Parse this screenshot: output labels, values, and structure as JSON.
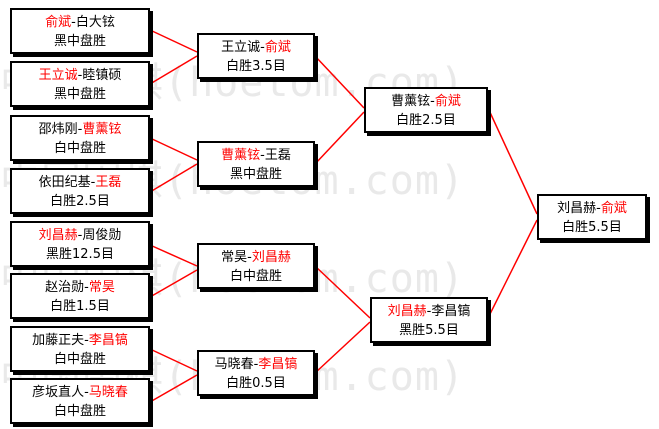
{
  "watermark": "中国围棋(hoetom.com)",
  "round1": [
    {
      "p1": "俞斌",
      "p2": "白大铉",
      "winner": "p1",
      "result": "黑中盘胜"
    },
    {
      "p1": "王立诚",
      "p2": "睦镇硕",
      "winner": "p1",
      "result": "黑中盘胜"
    },
    {
      "p1": "邵炜刚",
      "p2": "曹薰铉",
      "winner": "p2",
      "result": "白中盘胜"
    },
    {
      "p1": "依田纪基",
      "p2": "王磊",
      "winner": "p2",
      "result": "白胜2.5目"
    },
    {
      "p1": "刘昌赫",
      "p2": "周俊勋",
      "winner": "p1",
      "result": "黑胜12.5目"
    },
    {
      "p1": "赵治勋",
      "p2": "常昊",
      "winner": "p2",
      "result": "白胜1.5目"
    },
    {
      "p1": "加藤正夫",
      "p2": "李昌镐",
      "winner": "p2",
      "result": "白中盘胜"
    },
    {
      "p1": "彦坂直人",
      "p2": "马晓春",
      "winner": "p2",
      "result": "白中盘胜"
    }
  ],
  "round2": [
    {
      "p1": "王立诚",
      "p2": "俞斌",
      "winner": "p2",
      "result": "白胜3.5目"
    },
    {
      "p1": "曹薰铉",
      "p2": "王磊",
      "winner": "p1",
      "result": "黑中盘胜"
    },
    {
      "p1": "常昊",
      "p2": "刘昌赫",
      "winner": "p2",
      "result": "白中盘胜"
    },
    {
      "p1": "马晓春",
      "p2": "李昌镐",
      "winner": "p2",
      "result": "白胜0.5目"
    }
  ],
  "round3": [
    {
      "p1": "曹薰铉",
      "p2": "俞斌",
      "winner": "p2",
      "result": "白胜2.5目"
    },
    {
      "p1": "刘昌赫",
      "p2": "李昌镐",
      "winner": "p1",
      "result": "黑胜5.5目"
    }
  ],
  "final": [
    {
      "p1": "刘昌赫",
      "p2": "俞斌",
      "winner": "p2",
      "result": "白胜5.5目"
    }
  ],
  "colors": {
    "winner": "#ff0000",
    "text": "#000000",
    "line": "#ff0000",
    "border": "#000000"
  }
}
